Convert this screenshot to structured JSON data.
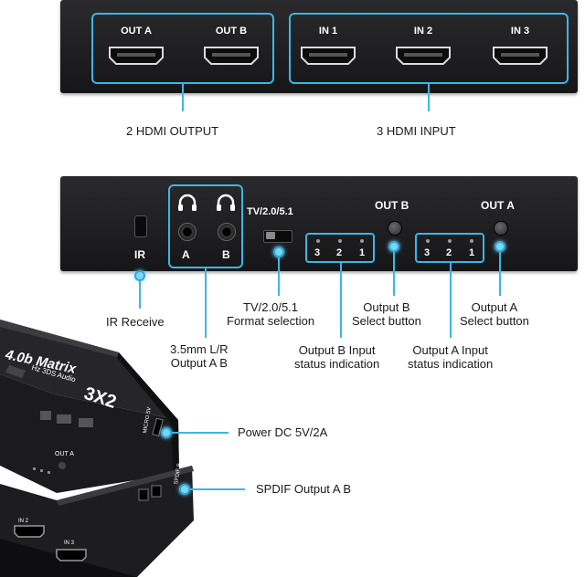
{
  "top_panel": {
    "ports": [
      {
        "label": "OUT A"
      },
      {
        "label": "OUT B"
      },
      {
        "label": "IN 1"
      },
      {
        "label": "IN 2"
      },
      {
        "label": "IN 3"
      }
    ]
  },
  "top_captions": {
    "output": "2 HDMI OUTPUT",
    "input": "3 HDMI INPUT"
  },
  "front_panel": {
    "ir_label": "IR",
    "jack_a": "A",
    "jack_b": "B",
    "mode_label": "TV/2.0/5.1",
    "out_b_label": "OUT B",
    "out_a_label": "OUT A",
    "leds_b": [
      "3",
      "2",
      "1"
    ],
    "leds_a": [
      "3",
      "2",
      "1"
    ]
  },
  "captions": {
    "ir": "IR Receive",
    "audio": [
      "3.5mm L/R",
      "Output A B"
    ],
    "format": [
      "TV/2.0/5.1",
      "Format selection"
    ],
    "out_b_btn": [
      "Output B",
      "Select button"
    ],
    "out_a_btn": [
      "Output A",
      "Select button"
    ],
    "out_b_status": [
      "Output B Input",
      "status indication"
    ],
    "out_a_status": [
      "Output A Input",
      "status indication"
    ],
    "power": "Power DC 5V/2A",
    "spdif": "SPDIF Output A B"
  },
  "device_print": {
    "brand": "4.0b Matrix",
    "model": "3X2",
    "sub": "Hz 3DS Audio",
    "out_a": "OUT A",
    "micro_usb": "MICRO 5V",
    "spdif": "SPDIF B",
    "in2": "IN 2",
    "in3": "IN 3"
  },
  "colors": {
    "accent": "#39b7e8",
    "panel": "#1e1e20"
  }
}
